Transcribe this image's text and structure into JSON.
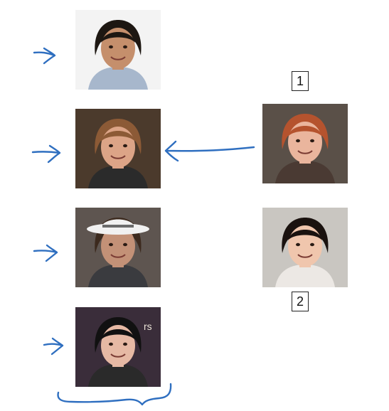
{
  "database_faces": [
    {
      "id": "db-face-1",
      "hair": "#1d1712",
      "skin": "#c58f6c",
      "bg": "#f3f3f3",
      "shirt": "#a7b7cc"
    },
    {
      "id": "db-face-2",
      "hair": "#8c5a36",
      "skin": "#dca487",
      "bg": "#4b3a2c",
      "shirt": "#2b2b2b"
    },
    {
      "id": "db-face-3",
      "hair": "#3c2a1e",
      "skin": "#c39177",
      "bg": "#5e5550",
      "shirt": "#3a3b3f",
      "hat": "#f1f1f1"
    },
    {
      "id": "db-face-4",
      "hair": "#111111",
      "skin": "#e6b9a4",
      "bg": "#3a2d3a",
      "shirt": "#2a2a2a",
      "background_text": "rs"
    }
  ],
  "query_faces": [
    {
      "id": "query-face-1",
      "label": "1",
      "hair": "#b5532e",
      "skin": "#eab59d",
      "bg": "#5a5048",
      "shirt": "#4a3a33"
    },
    {
      "id": "query-face-2",
      "label": "2",
      "hair": "#1a120f",
      "skin": "#f0c6ad",
      "bg": "#c9c6c1",
      "shirt": "#ece8e4"
    }
  ],
  "annotation": {
    "ink_color": "#2f6fc0",
    "matched_database_face": 2,
    "query_for_match": 1
  }
}
